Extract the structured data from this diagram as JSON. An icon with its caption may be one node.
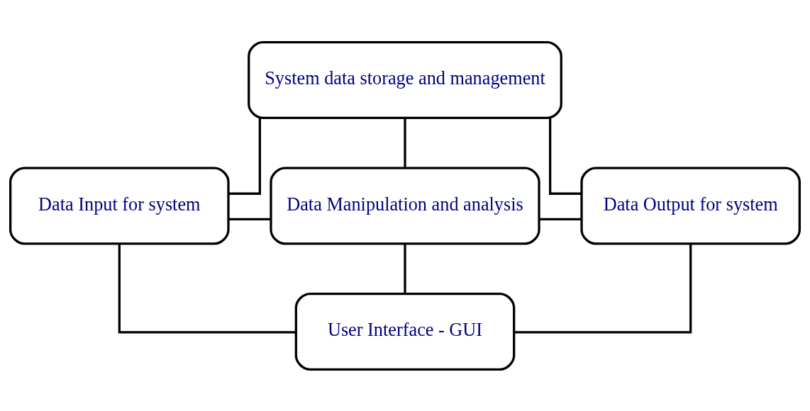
{
  "diagram": {
    "nodes": [
      {
        "text": [
          "System data storage and management"
        ]
      },
      {
        "text": [
          "Data Input for system"
        ]
      },
      {
        "text": [
          "Data Manipulation and analysis"
        ]
      },
      {
        "text": [
          "Data Output for system"
        ]
      },
      {
        "text": [
          "User Interface - GUI"
        ]
      }
    ],
    "edges": [
      {
        "from": 0,
        "to": 1,
        "arrow": "none"
      },
      {
        "from": 0,
        "to": 2,
        "arrow": "none"
      },
      {
        "from": 0,
        "to": 3,
        "arrow": "none"
      },
      {
        "from": 1,
        "to": 2,
        "arrow": "none"
      },
      {
        "from": 2,
        "to": 3,
        "arrow": "none"
      },
      {
        "from": 1,
        "to": 4,
        "arrow": "none"
      },
      {
        "from": 2,
        "to": 4,
        "arrow": "none"
      },
      {
        "from": 3,
        "to": 4,
        "arrow": "none"
      }
    ]
  }
}
